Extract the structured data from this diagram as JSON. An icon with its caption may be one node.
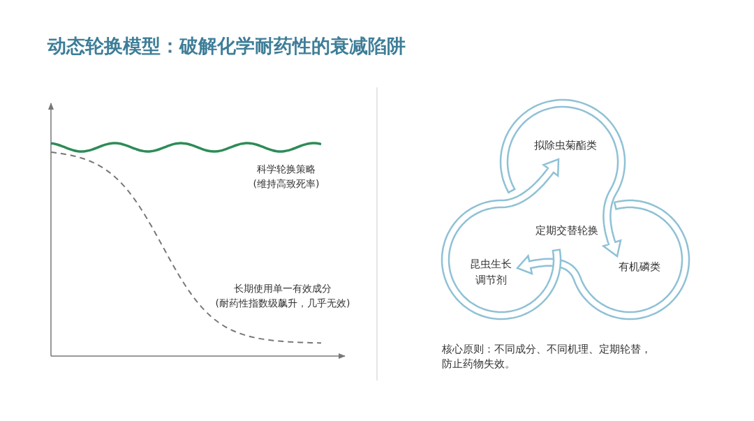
{
  "diagram": {
    "title": "动态轮换模型：破解化学耐药性的衰减陷阱",
    "nodes": [
      {
        "text": [
          "拟除虫菊酯类"
        ]
      },
      {
        "text": [
          "有机磷类"
        ]
      },
      {
        "text": [
          "昆虫生长调节剂"
        ]
      },
      {
        "text": [
          "定期交替轮换"
        ]
      }
    ],
    "edges": [
      {
        "from": 0,
        "to": 1,
        "arrow": "to"
      },
      {
        "from": 1,
        "to": 2,
        "arrow": "to"
      },
      {
        "from": 2,
        "to": 0,
        "arrow": "to"
      }
    ],
    "labels": [
      "科学轮换策略",
      "(维持高致死率)",
      "长期使用单一有效成分",
      "(耐药性指数级飙升，几乎无效)",
      "核心原则：不同成分、不同机理、定期轮替，防止药物失效。"
    ]
  }
}
